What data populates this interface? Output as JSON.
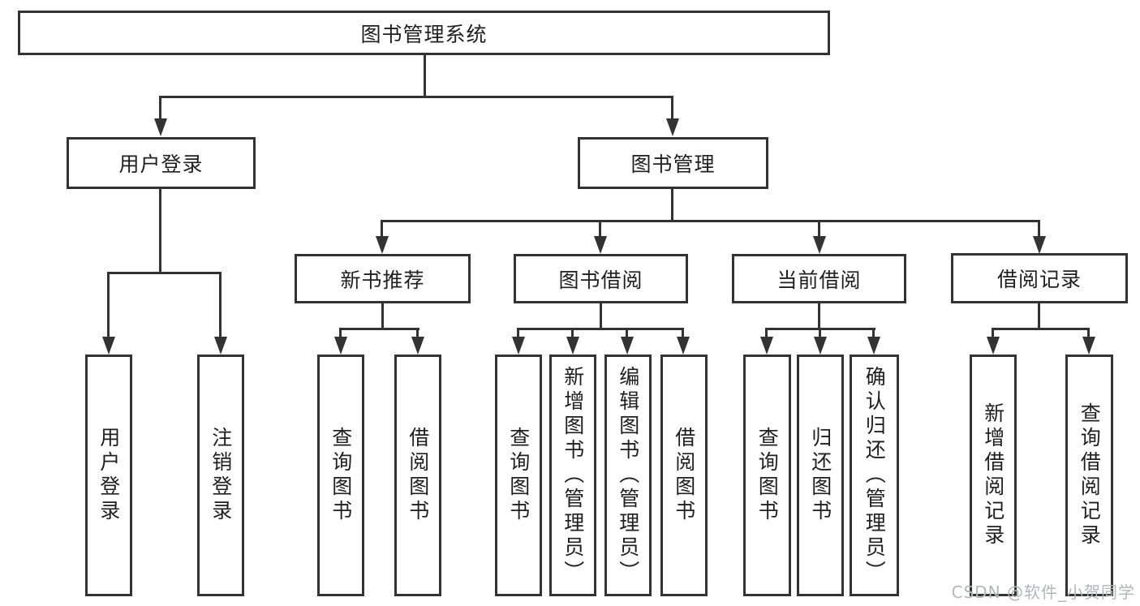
{
  "diagram": {
    "root": {
      "label": "图书管理系统"
    },
    "branches": [
      {
        "label": "用户登录",
        "children": [
          {
            "label": "用户登录"
          },
          {
            "label": "注销登录"
          }
        ]
      },
      {
        "label": "图书管理",
        "children": [
          {
            "label": "新书推荐",
            "children": [
              {
                "label": "查询图书"
              },
              {
                "label": "借阅图书"
              }
            ]
          },
          {
            "label": "图书借阅",
            "children": [
              {
                "label": "查询图书"
              },
              {
                "label": "新增图书（管理员）"
              },
              {
                "label": "编辑图书（管理员）"
              },
              {
                "label": "借阅图书"
              }
            ]
          },
          {
            "label": "当前借阅",
            "children": [
              {
                "label": "查询图书"
              },
              {
                "label": "归还图书"
              },
              {
                "label": "确认归还（管理员）"
              }
            ]
          },
          {
            "label": "借阅记录",
            "children": [
              {
                "label": "新增借阅记录"
              },
              {
                "label": "查询借阅记录"
              }
            ]
          }
        ]
      }
    ],
    "watermark": {
      "text": "CSDN @软件_小贺同学"
    },
    "icons": {
      "arrowhead_down": "solid triangle pointing down (css border shape)"
    },
    "colors": {
      "line": "#333333",
      "text": "#1f1f1f",
      "box_background": "#ffffff",
      "page_background": "#ffffff",
      "watermark": "#b3b6b9"
    }
  }
}
